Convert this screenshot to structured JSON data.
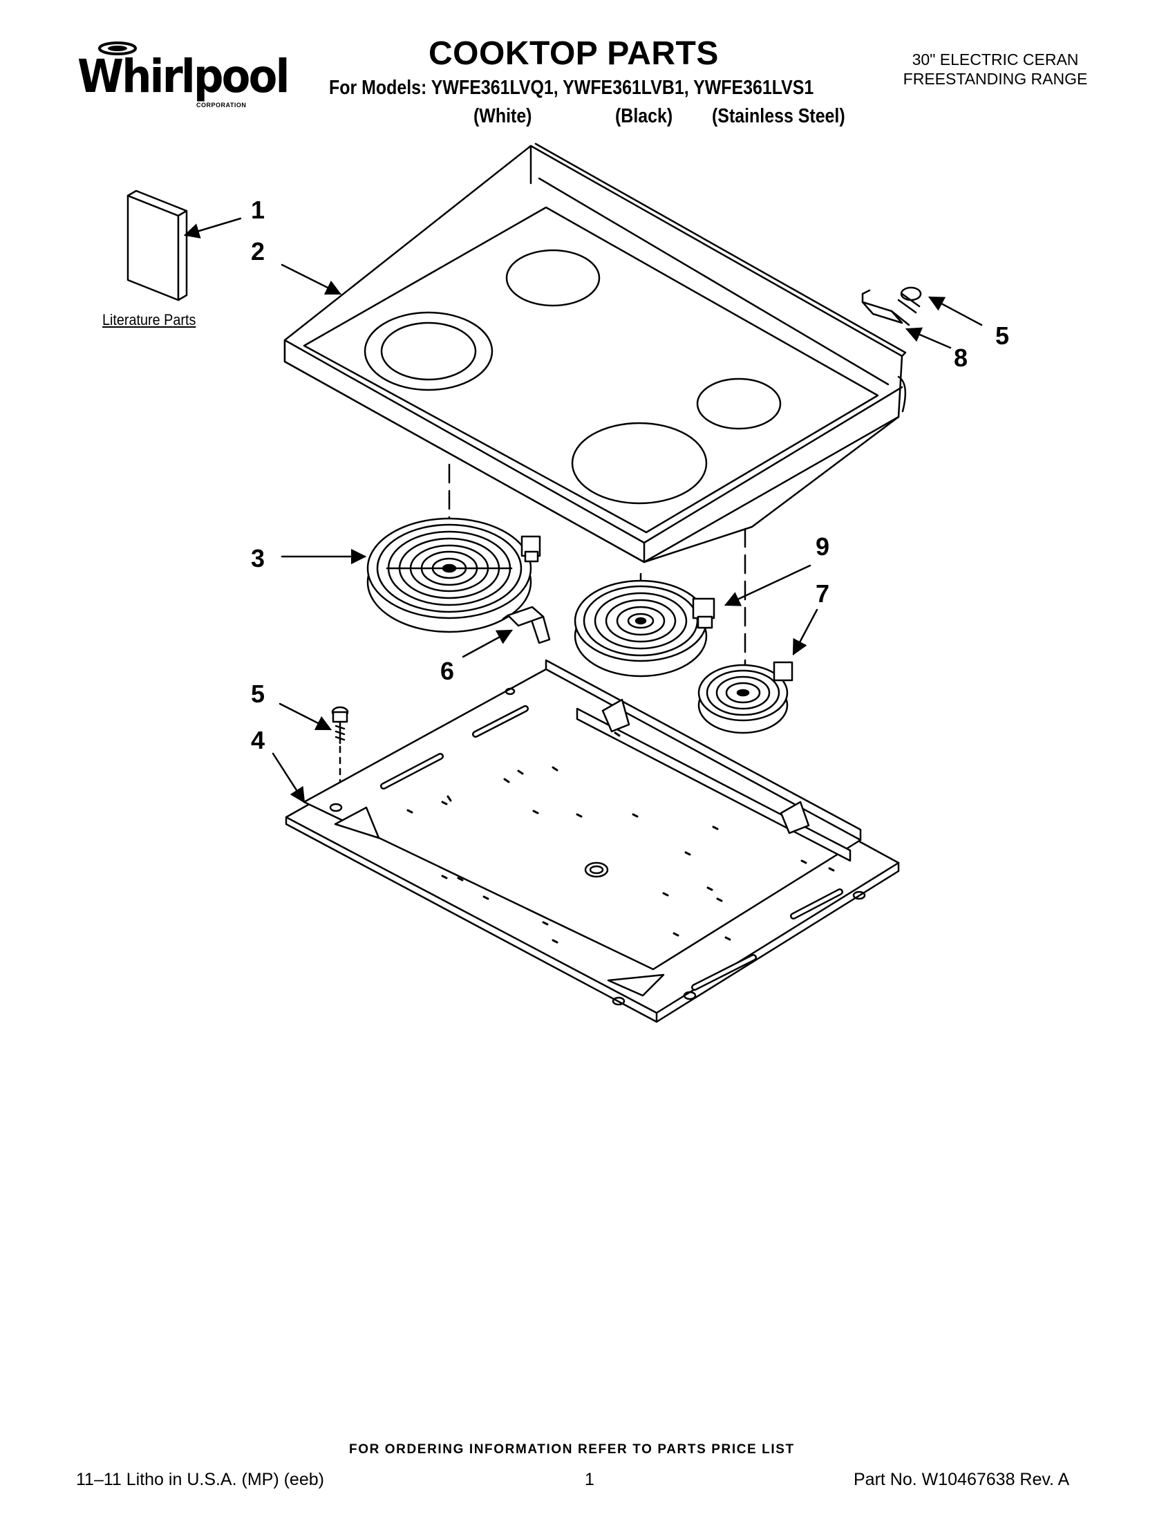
{
  "header": {
    "brand": "Whirlpool",
    "brand_sub": "CORPORATION",
    "title": "COOKTOP PARTS",
    "models_line": "For Models: YWFE361LVQ1, YWFE361LVB1, YWFE361LVS1",
    "colors": [
      "(White)",
      "(Black)",
      "(Stainless Steel)"
    ],
    "product_type_line1": "30\" ELECTRIC CERAN",
    "product_type_line2": "FREESTANDING RANGE"
  },
  "diagram": {
    "literature_label": "Literature Parts",
    "callouts": [
      {
        "id": "1",
        "label": "1"
      },
      {
        "id": "2",
        "label": "2"
      },
      {
        "id": "3",
        "label": "3"
      },
      {
        "id": "4",
        "label": "4"
      },
      {
        "id": "5a",
        "label": "5"
      },
      {
        "id": "5b",
        "label": "5"
      },
      {
        "id": "6",
        "label": "6"
      },
      {
        "id": "7",
        "label": "7"
      },
      {
        "id": "8",
        "label": "8"
      },
      {
        "id": "9",
        "label": "9"
      }
    ]
  },
  "footer": {
    "ordering_note": "FOR ORDERING INFORMATION REFER TO PARTS PRICE LIST",
    "litho": "11–11 Litho in U.S.A. (MP) (eeb)",
    "page_number": "1",
    "part_number": "Part No. W10467638 Rev. A"
  }
}
